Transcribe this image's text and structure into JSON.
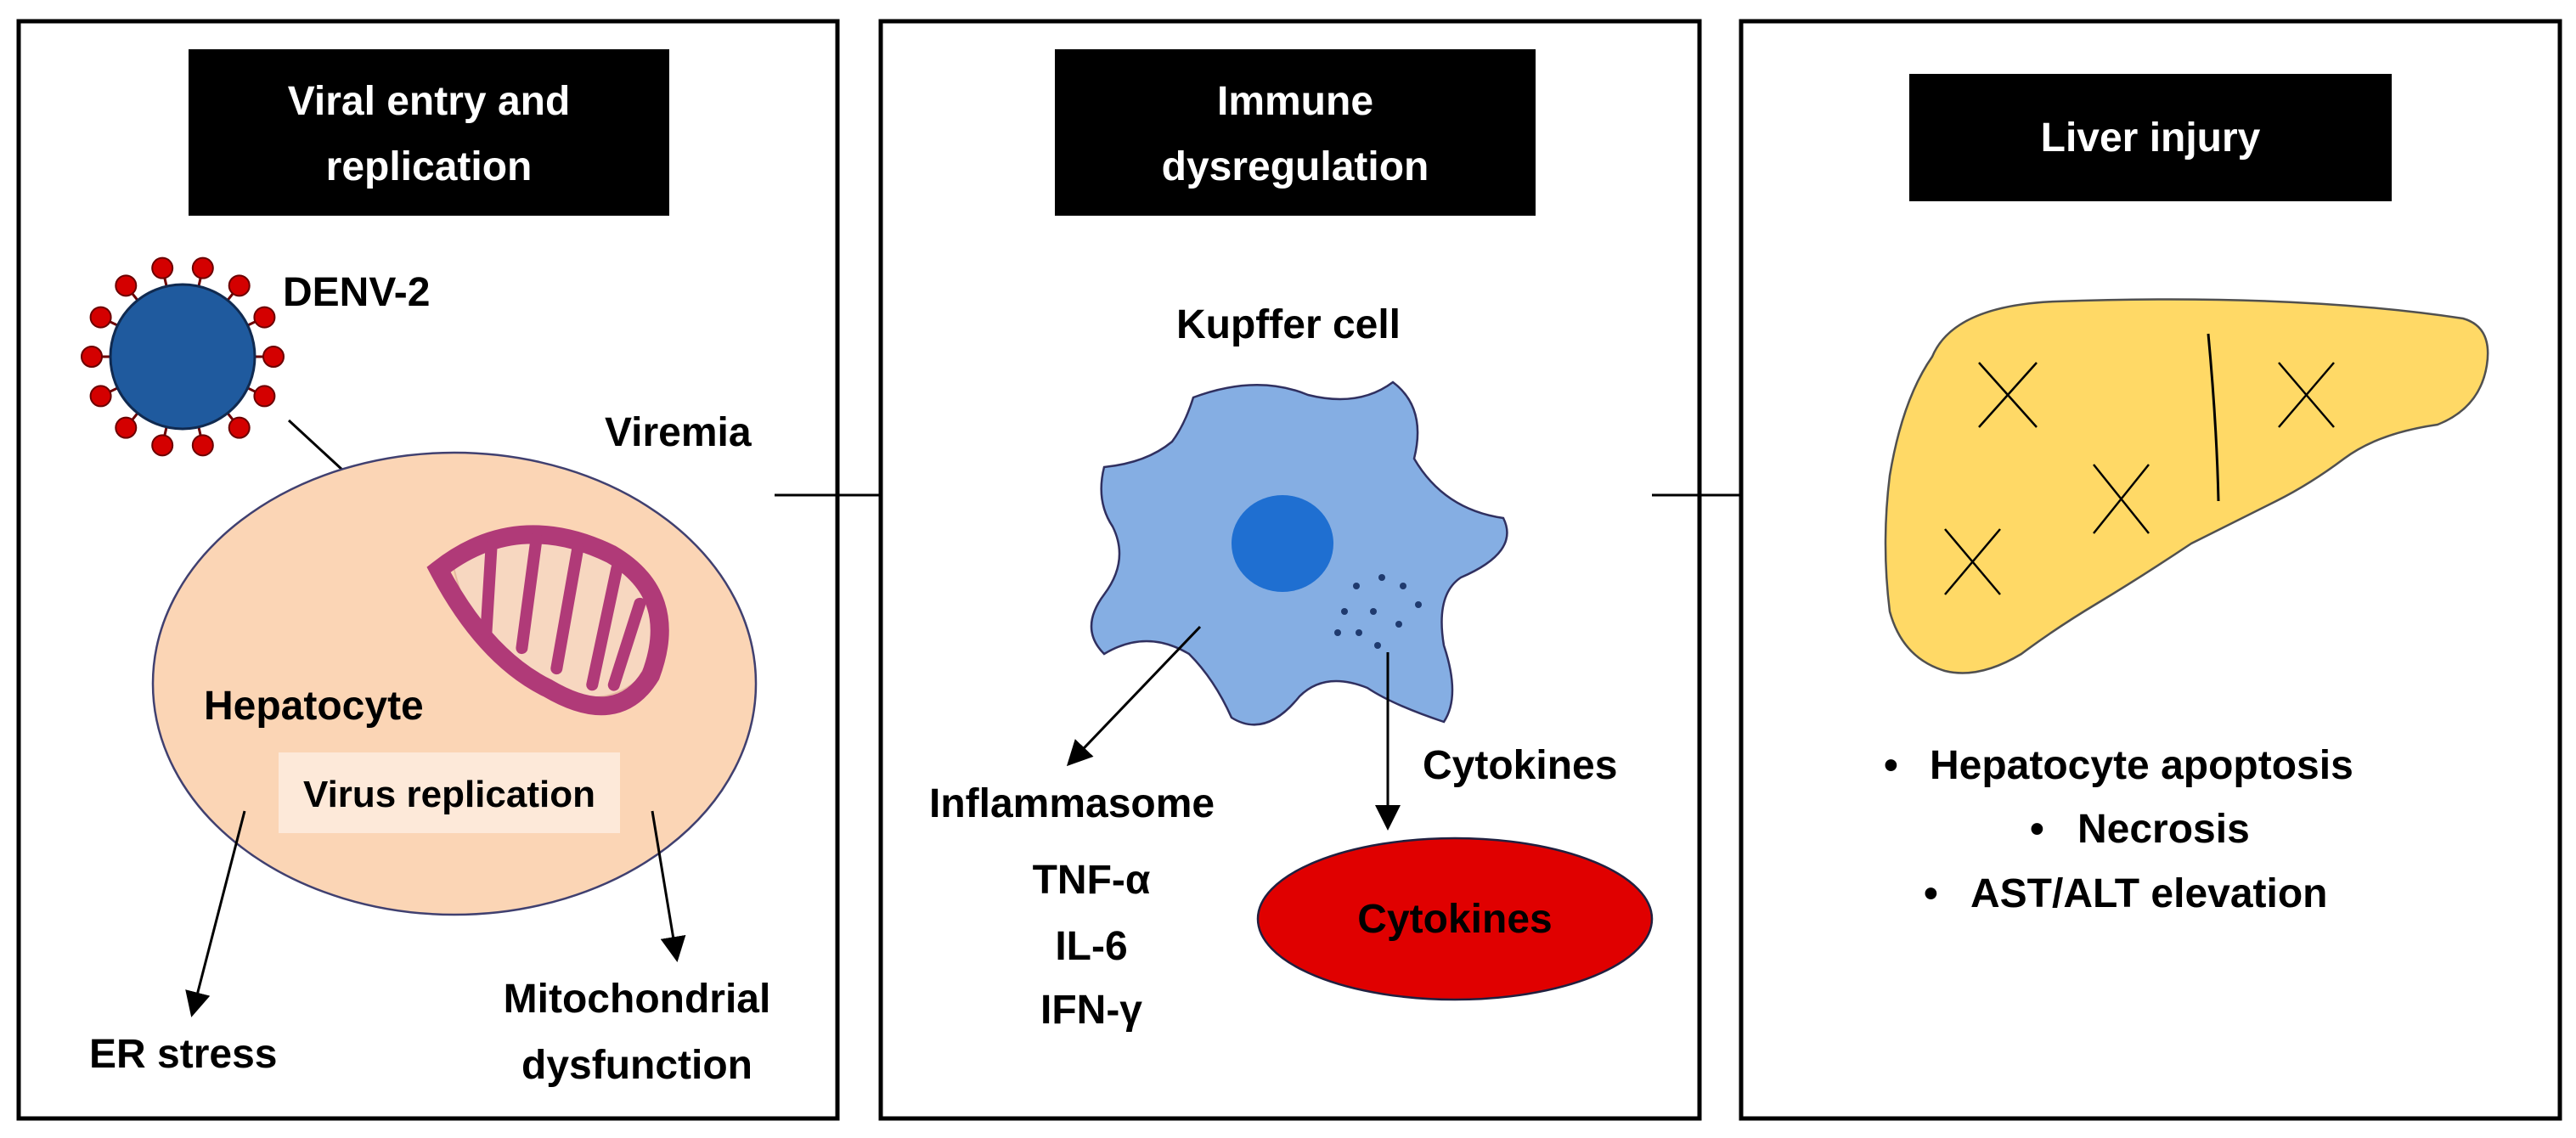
{
  "colors": {
    "panel_border": "#000000",
    "title_bg": "#000000",
    "title_text": "#ffffff",
    "virus_body": "#1f5a9e",
    "virus_spikes": "#d40000",
    "hepatocyte_fill": "#fbd5b5",
    "mitochondria": "#b03a78",
    "kupffer_fill": "#85aee3",
    "kupffer_nucleus": "#1f6fd1",
    "cytokine_ellipse": "#e00000",
    "liver_fill": "#ffd966"
  },
  "panels": [
    {
      "title_lines": [
        "Viral entry and",
        "replication"
      ],
      "virus_label": "DENV-2",
      "cell_label": "Hepatocyte",
      "process_box": "Virus replication",
      "outcome_left": "ER stress",
      "outcome_right_lines": [
        "Mitochondrial",
        "dysfunction"
      ]
    },
    {
      "title_lines": [
        "Immune",
        "dysregulation"
      ],
      "cell_label": "Kupffer cell",
      "branch_left": "Inflammasome",
      "branch_right": "Cytokines",
      "mediators": [
        "TNF-α",
        "IL-6",
        "IFN-γ"
      ],
      "ellipse_label": "Cytokines"
    },
    {
      "title_lines": [
        "Liver injury"
      ],
      "outcomes": [
        "Hepatocyte apoptosis",
        "Necrosis",
        "AST/ALT elevation"
      ],
      "bullet": "•"
    }
  ],
  "connectors": {
    "panel1_to_panel2_label": "Viremia"
  }
}
